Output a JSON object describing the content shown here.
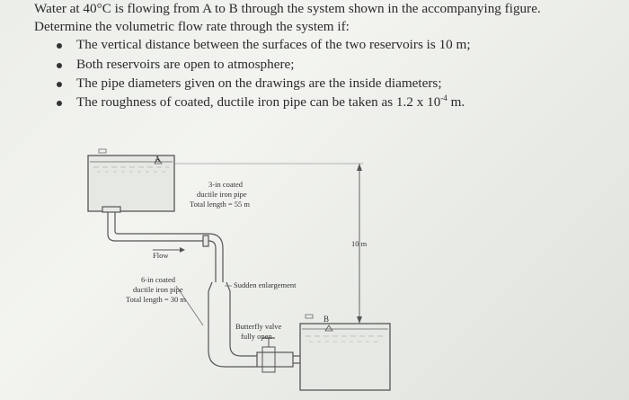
{
  "problem": {
    "line1": "Water at 40°C is flowing from A to B through the system shown in the accompanying figure.",
    "line2": "Determine the volumetric flow rate through the system if:",
    "bullets": [
      "The vertical distance between the surfaces of the two reservoirs is 10 m;",
      "Both reservoirs are open to atmosphere;",
      "The pipe diameters given on the drawings are the inside diameters;"
    ],
    "bullet4_prefix": "The roughness of coated, ductile iron pipe can be taken as 1.2 x 10",
    "bullet4_exponent": "-4",
    "bullet4_suffix": " m."
  },
  "figure": {
    "label_a": "A",
    "label_b": "B",
    "pipe3_line1": "3-in coated",
    "pipe3_line2": "ductile iron pipe",
    "pipe3_line3": "Total length = 55 m",
    "flow_label": "Flow",
    "pipe6_line1": "6-in coated",
    "pipe6_line2": "ductile iron pipe",
    "pipe6_line3": "Total length = 30 m",
    "enlargement_label": "Sudden enlargement",
    "valve_line1": "Butterfly valve",
    "valve_line2": "fully open",
    "height_label": "10 m"
  }
}
